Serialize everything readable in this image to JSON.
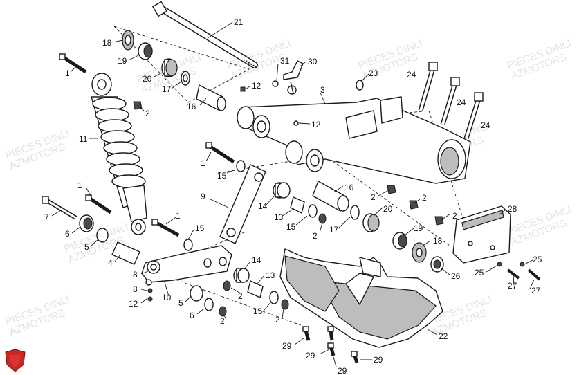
{
  "watermarks": [
    {
      "line1": "PIECES DINLI",
      "line2": "AZMOTORS"
    },
    {
      "line1": "PIECES DINLI",
      "line2": "AZMOTORS"
    },
    {
      "line1": "PIECES DINLI",
      "line2": "AZMOTORS"
    },
    {
      "line1": "PIECES DINLI",
      "line2": "AZMOTORS"
    },
    {
      "line1": "PIECES DINLI",
      "line2": "AZMOTORS"
    },
    {
      "line1": "PIECES DINLI",
      "line2": "AZMOTORS"
    },
    {
      "line1": "PIECES DINLI",
      "line2": "AZMOTORS"
    },
    {
      "line1": "PIECES DINLI",
      "line2": "AZMOTORS"
    },
    {
      "line1": "PIECES DINLI",
      "line2": "AZMOTORS"
    },
    {
      "line1": "PIECES DINLI",
      "line2": "AZMOTORS"
    }
  ],
  "callouts": [
    {
      "n": "21"
    },
    {
      "n": "18"
    },
    {
      "n": "19"
    },
    {
      "n": "20"
    },
    {
      "n": "17"
    },
    {
      "n": "16"
    },
    {
      "n": "31"
    },
    {
      "n": "30"
    },
    {
      "n": "12"
    },
    {
      "n": "3"
    },
    {
      "n": "23"
    },
    {
      "n": "24"
    },
    {
      "n": "24"
    },
    {
      "n": "24"
    },
    {
      "n": "1"
    },
    {
      "n": "2"
    },
    {
      "n": "11"
    },
    {
      "n": "12"
    },
    {
      "n": "1"
    },
    {
      "n": "15"
    },
    {
      "n": "9"
    },
    {
      "n": "14"
    },
    {
      "n": "16"
    },
    {
      "n": "2"
    },
    {
      "n": "2"
    },
    {
      "n": "2"
    },
    {
      "n": "28"
    },
    {
      "n": "13"
    },
    {
      "n": "15"
    },
    {
      "n": "2"
    },
    {
      "n": "17"
    },
    {
      "n": "20"
    },
    {
      "n": "19"
    },
    {
      "n": "18"
    },
    {
      "n": "26"
    },
    {
      "n": "1"
    },
    {
      "n": "7"
    },
    {
      "n": "1"
    },
    {
      "n": "15"
    },
    {
      "n": "6"
    },
    {
      "n": "5"
    },
    {
      "n": "4"
    },
    {
      "n": "8"
    },
    {
      "n": "8"
    },
    {
      "n": "12"
    },
    {
      "n": "10"
    },
    {
      "n": "14"
    },
    {
      "n": "13"
    },
    {
      "n": "2"
    },
    {
      "n": "5"
    },
    {
      "n": "6"
    },
    {
      "n": "2"
    },
    {
      "n": "15"
    },
    {
      "n": "2"
    },
    {
      "n": "25"
    },
    {
      "n": "25"
    },
    {
      "n": "27"
    },
    {
      "n": "27"
    },
    {
      "n": "22"
    },
    {
      "n": "29"
    },
    {
      "n": "29"
    },
    {
      "n": "29"
    },
    {
      "n": "29"
    }
  ],
  "logo": {
    "name": "azmotors-logo-icon",
    "color": "#c62828"
  }
}
